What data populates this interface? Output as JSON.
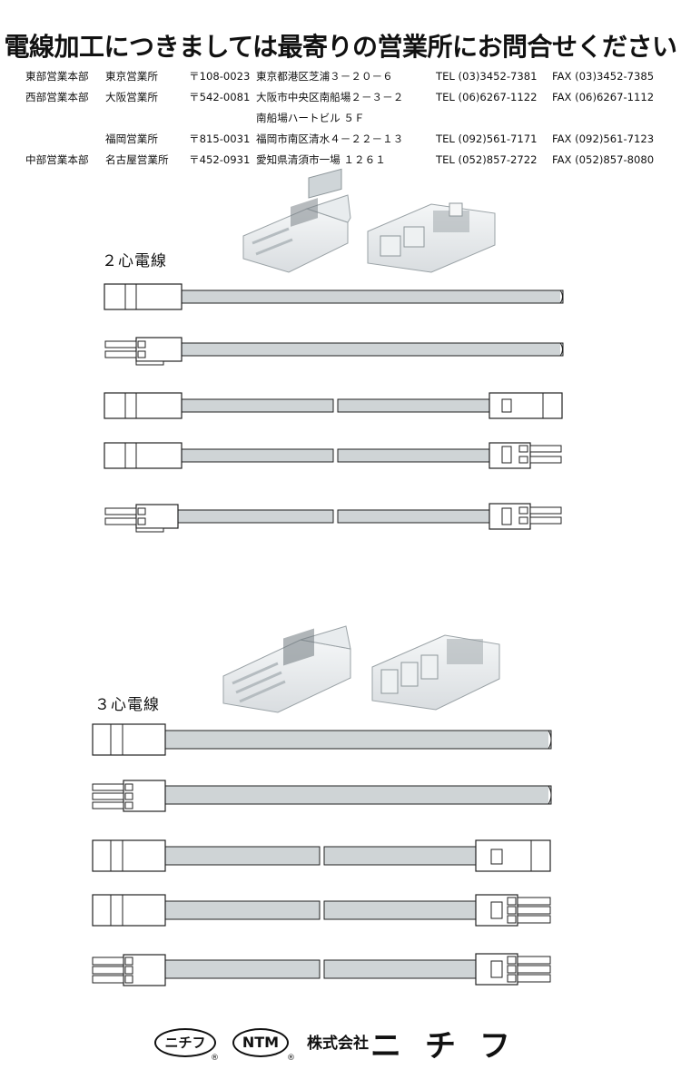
{
  "header": {
    "title": "電線加工につきましては最寄りの営業所にお問合せください"
  },
  "offices": [
    {
      "dept": "東部営業本部",
      "branch": "東京営業所",
      "zip": "〒108-0023",
      "address": "東京都港区芝浦３－２０－６",
      "tel": "TEL (03)3452-7381",
      "fax": "FAX (03)3452-7385"
    },
    {
      "dept": "西部営業本部",
      "branch": "大阪営業所",
      "zip": "〒542-0081",
      "address": "大阪市中央区南船場２－３－２",
      "tel": "TEL (06)6267-1122",
      "fax": "FAX (06)6267-1112"
    },
    {
      "dept": "",
      "branch": "",
      "zip": "",
      "address": "南船場ハートビル ５Ｆ",
      "tel": "",
      "fax": ""
    },
    {
      "dept": "",
      "branch": "福岡営業所",
      "zip": "〒815-0031",
      "address": "福岡市南区清水４－２２－１３",
      "tel": "TEL (092)561-7171",
      "fax": "FAX (092)561-7123"
    },
    {
      "dept": "中部営業本部",
      "branch": "名古屋営業所",
      "zip": "〒452-0931",
      "address": "愛知県清須市一場 １２６１",
      "tel": "TEL (052)857-2722",
      "fax": "FAX (052)857-8080"
    }
  ],
  "sections": {
    "two_core": {
      "label": "２心電線",
      "wires": 2,
      "variants": 5
    },
    "three_core": {
      "label": "３心電線",
      "wires": 3,
      "variants": 5
    }
  },
  "footer": {
    "logo_nichifu": "ニチフ",
    "logo_ntm": "NTM",
    "registered_mark": "®",
    "company_prefix": "株式会社",
    "company_name": "ニチフ"
  }
}
